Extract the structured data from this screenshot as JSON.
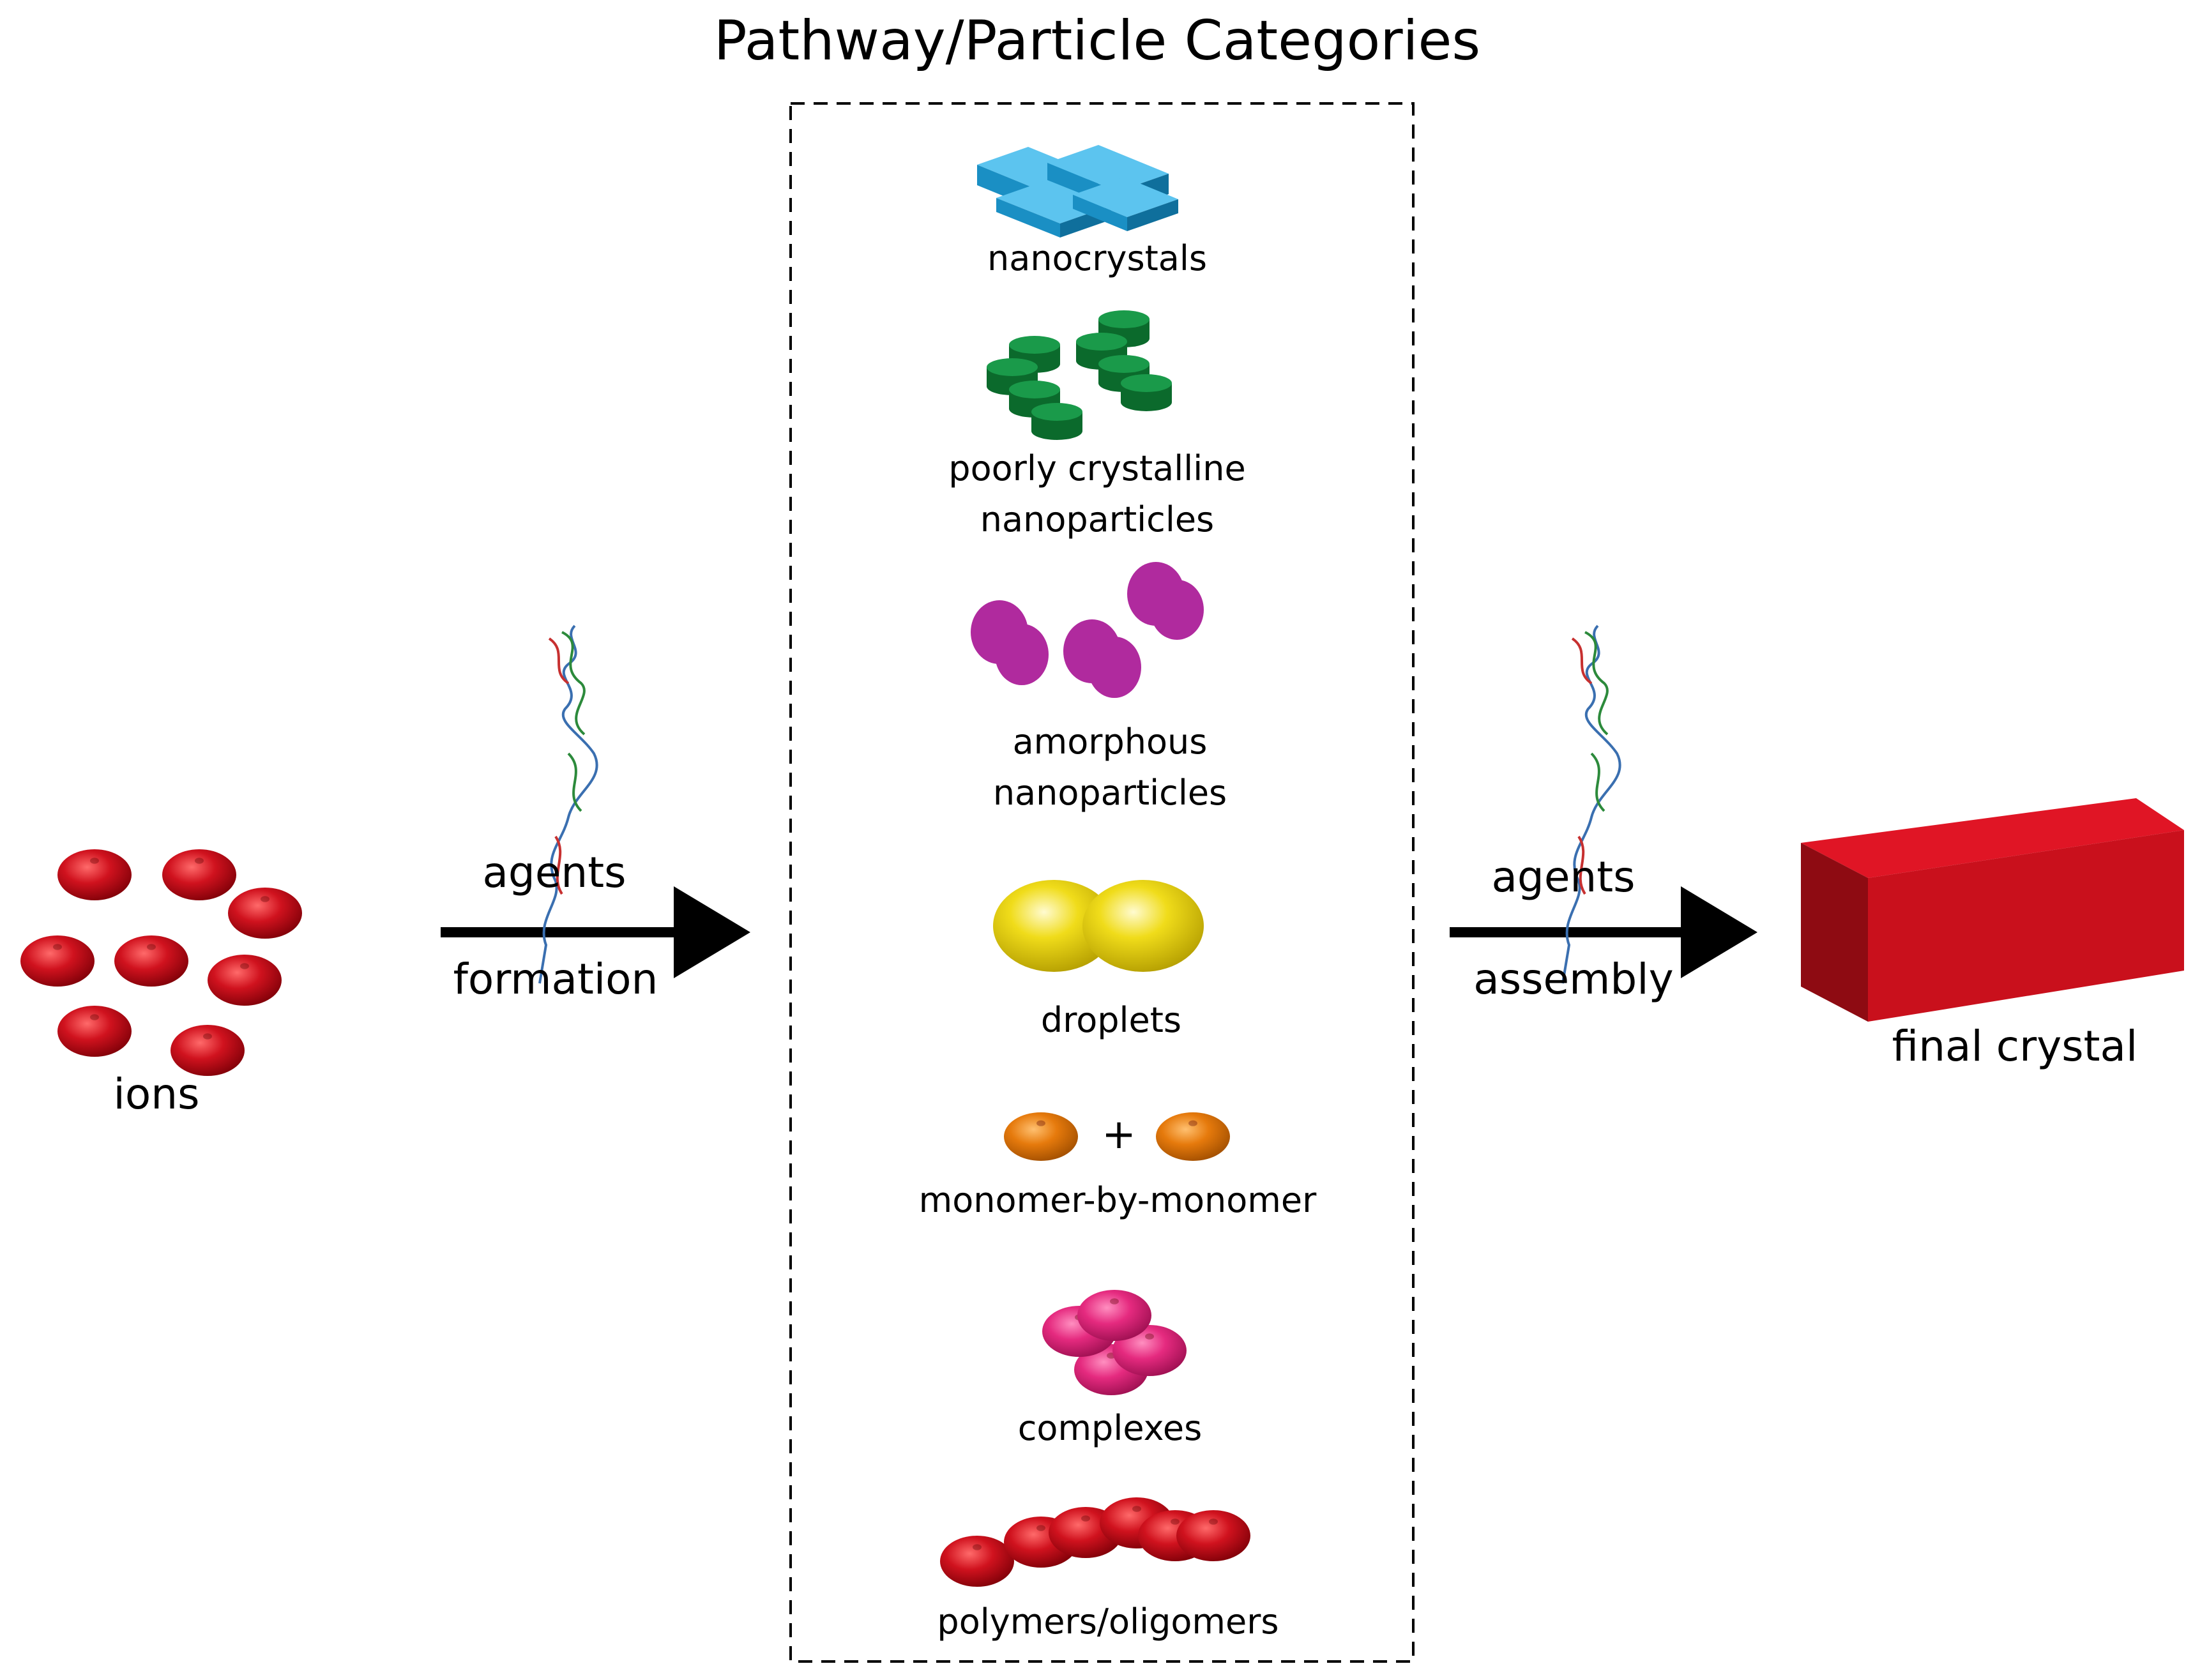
{
  "title": "Pathway/Particle Categories",
  "left": {
    "label": "ions"
  },
  "arrow_left": {
    "top_label": "agents",
    "bottom_label": "formation"
  },
  "arrow_right": {
    "top_label": "agents",
    "bottom_label": "assembly"
  },
  "right": {
    "label": "final crystal"
  },
  "categories": {
    "nanocrystals": {
      "lines": [
        "nanocrystals"
      ],
      "color": "#1EA3DD"
    },
    "poorly_crystalline": {
      "lines": [
        "poorly crystalline",
        "nanoparticles"
      ],
      "color": "#0E7F36"
    },
    "amorphous": {
      "lines": [
        "amorphous",
        "nanoparticles"
      ],
      "color": "#B02A9E"
    },
    "droplets": {
      "lines": [
        "droplets"
      ],
      "color": "#E3CC0A"
    },
    "monomer": {
      "lines": [
        "monomer-by-monomer"
      ],
      "plus": "+",
      "color": "#E67A0C"
    },
    "complexes": {
      "lines": [
        "complexes"
      ],
      "color": "#E52A7F"
    },
    "polymers": {
      "lines": [
        "polymers/oligomers"
      ],
      "color": "#C9101C"
    }
  },
  "colors": {
    "ion": "#C9101C",
    "crystal": "#C9101C",
    "arrow": "#000000",
    "box_border": "#000000"
  },
  "icons": {
    "agent": "biomolecule-chain-icon"
  }
}
